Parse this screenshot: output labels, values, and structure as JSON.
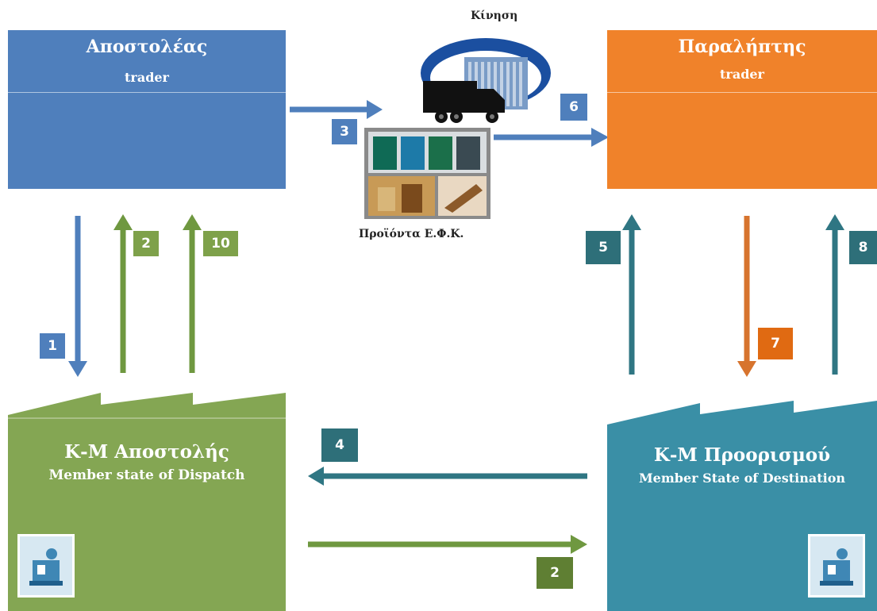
{
  "movement_label": "Κίνηση",
  "products_label": "Προϊόντα Ε.Φ.Κ.",
  "sender": {
    "title": "Αποστολέας",
    "subtitle": "trader",
    "icon": "businessman-icon",
    "color": "#4f7fbc"
  },
  "receiver": {
    "title": "Παραλήπτης",
    "subtitle": "trader",
    "icon": "businessman-icon",
    "color": "#f0822a"
  },
  "dispatch_state": {
    "title": "Κ-Μ Αποστολής",
    "subtitle": "Member state of Dispatch",
    "icon": "office-worker-icon",
    "color": "#84a653"
  },
  "destination_state": {
    "title": "Κ-Μ Προορισμού",
    "subtitle": "Member State of Destination",
    "icon": "office-worker-icon",
    "color": "#3a8fa6"
  },
  "steps": {
    "s1": "1",
    "s2_top": "2",
    "s10": "10",
    "s3": "3",
    "s6": "6",
    "s5": "5",
    "s8": "8",
    "s7": "7",
    "s4": "4",
    "s2_bottom": "2"
  },
  "colors": {
    "blue_arrow": "#4f7fbc",
    "green_arrow": "#6f9840",
    "teal_arrow": "#2f7683",
    "orange_arrow": "#d7742e",
    "badge_blue": "#4f7fbc",
    "badge_green": "#7ea14a",
    "badge_teal": "#2e6f79",
    "badge_orange": "#e06a12",
    "badge_dark_green": "#5f7f33"
  }
}
